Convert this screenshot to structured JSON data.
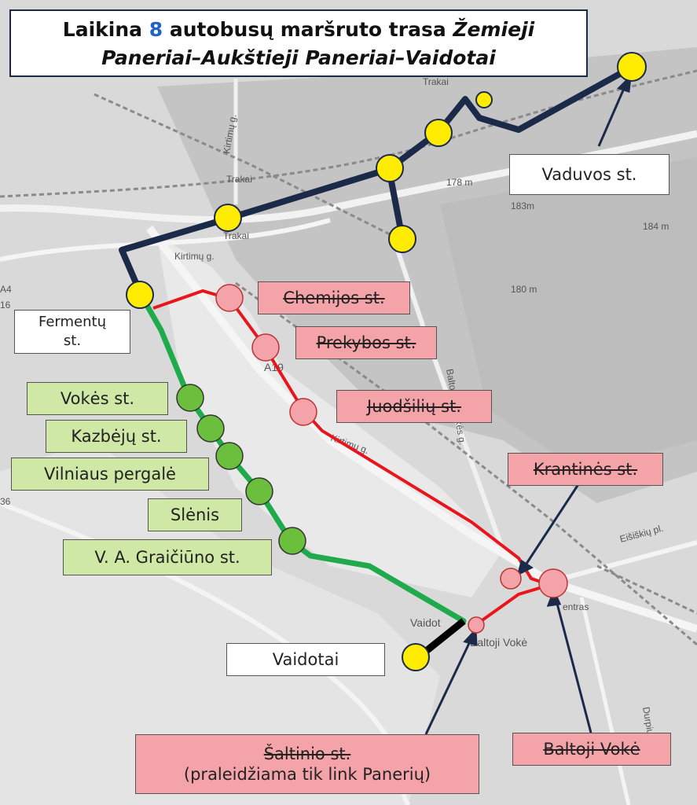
{
  "title": {
    "line1_prefix": "Laikina ",
    "route_number": "8",
    "line1_suffix": " autobusų maršruto trasa ",
    "line1_italic": "Žemieji",
    "line2_italic": "Paneriai–Aukštieji Paneriai–Vaidotai"
  },
  "labels": {
    "vaduvos": "Vaduvos st.",
    "fermentu_1": "Fermentų",
    "fermentu_2": "st.",
    "vaidotai": "Vaidotai",
    "green_stops": [
      "Vokės st.",
      "Kazbėjų st.",
      "Vilniaus pergalė",
      "Slėnis",
      "V. A. Graičiūno st."
    ],
    "closed_stops": [
      "Chemijos st.",
      "Prekybos st.",
      "Juodšilių st.",
      "Krantinės st.",
      "Baltoji Vokė"
    ],
    "saltinio_1": "Šaltinio st.",
    "saltinio_2": "(praleidžiama tik link Panerių)"
  },
  "map_labels": {
    "kirtimu_1": "Kirtimų g.",
    "kirtimu_2": "Kirtimų g.",
    "kirtimu_3": "Kirtimų g.",
    "trakai_1": "Trakai",
    "trakai_2": "Trakai",
    "trakai_3": "Trakai",
    "elev_178": "178 m",
    "elev_183": "183m",
    "elev_184": "184 m",
    "elev_180": "180 m",
    "a19": "A19",
    "a4": "A4",
    "n16": "16",
    "n36": "36",
    "baltosios_voke": "Baltosios Vokės g.",
    "vaidotai_map": "Vaidot",
    "baltoji_voke_map": "Baltoji Vokė",
    "eisiskiu": "Eišiškių pl.",
    "centras": "entras",
    "durpiu": "Durpių"
  },
  "colors": {
    "navy_route": "#1c2a4a",
    "green_route": "#1faa4b",
    "red_route": "#e8161c",
    "active_stop": "#ffec00",
    "green_stop": "#6bbf3c",
    "closed_stop": "#f4a3a8"
  }
}
